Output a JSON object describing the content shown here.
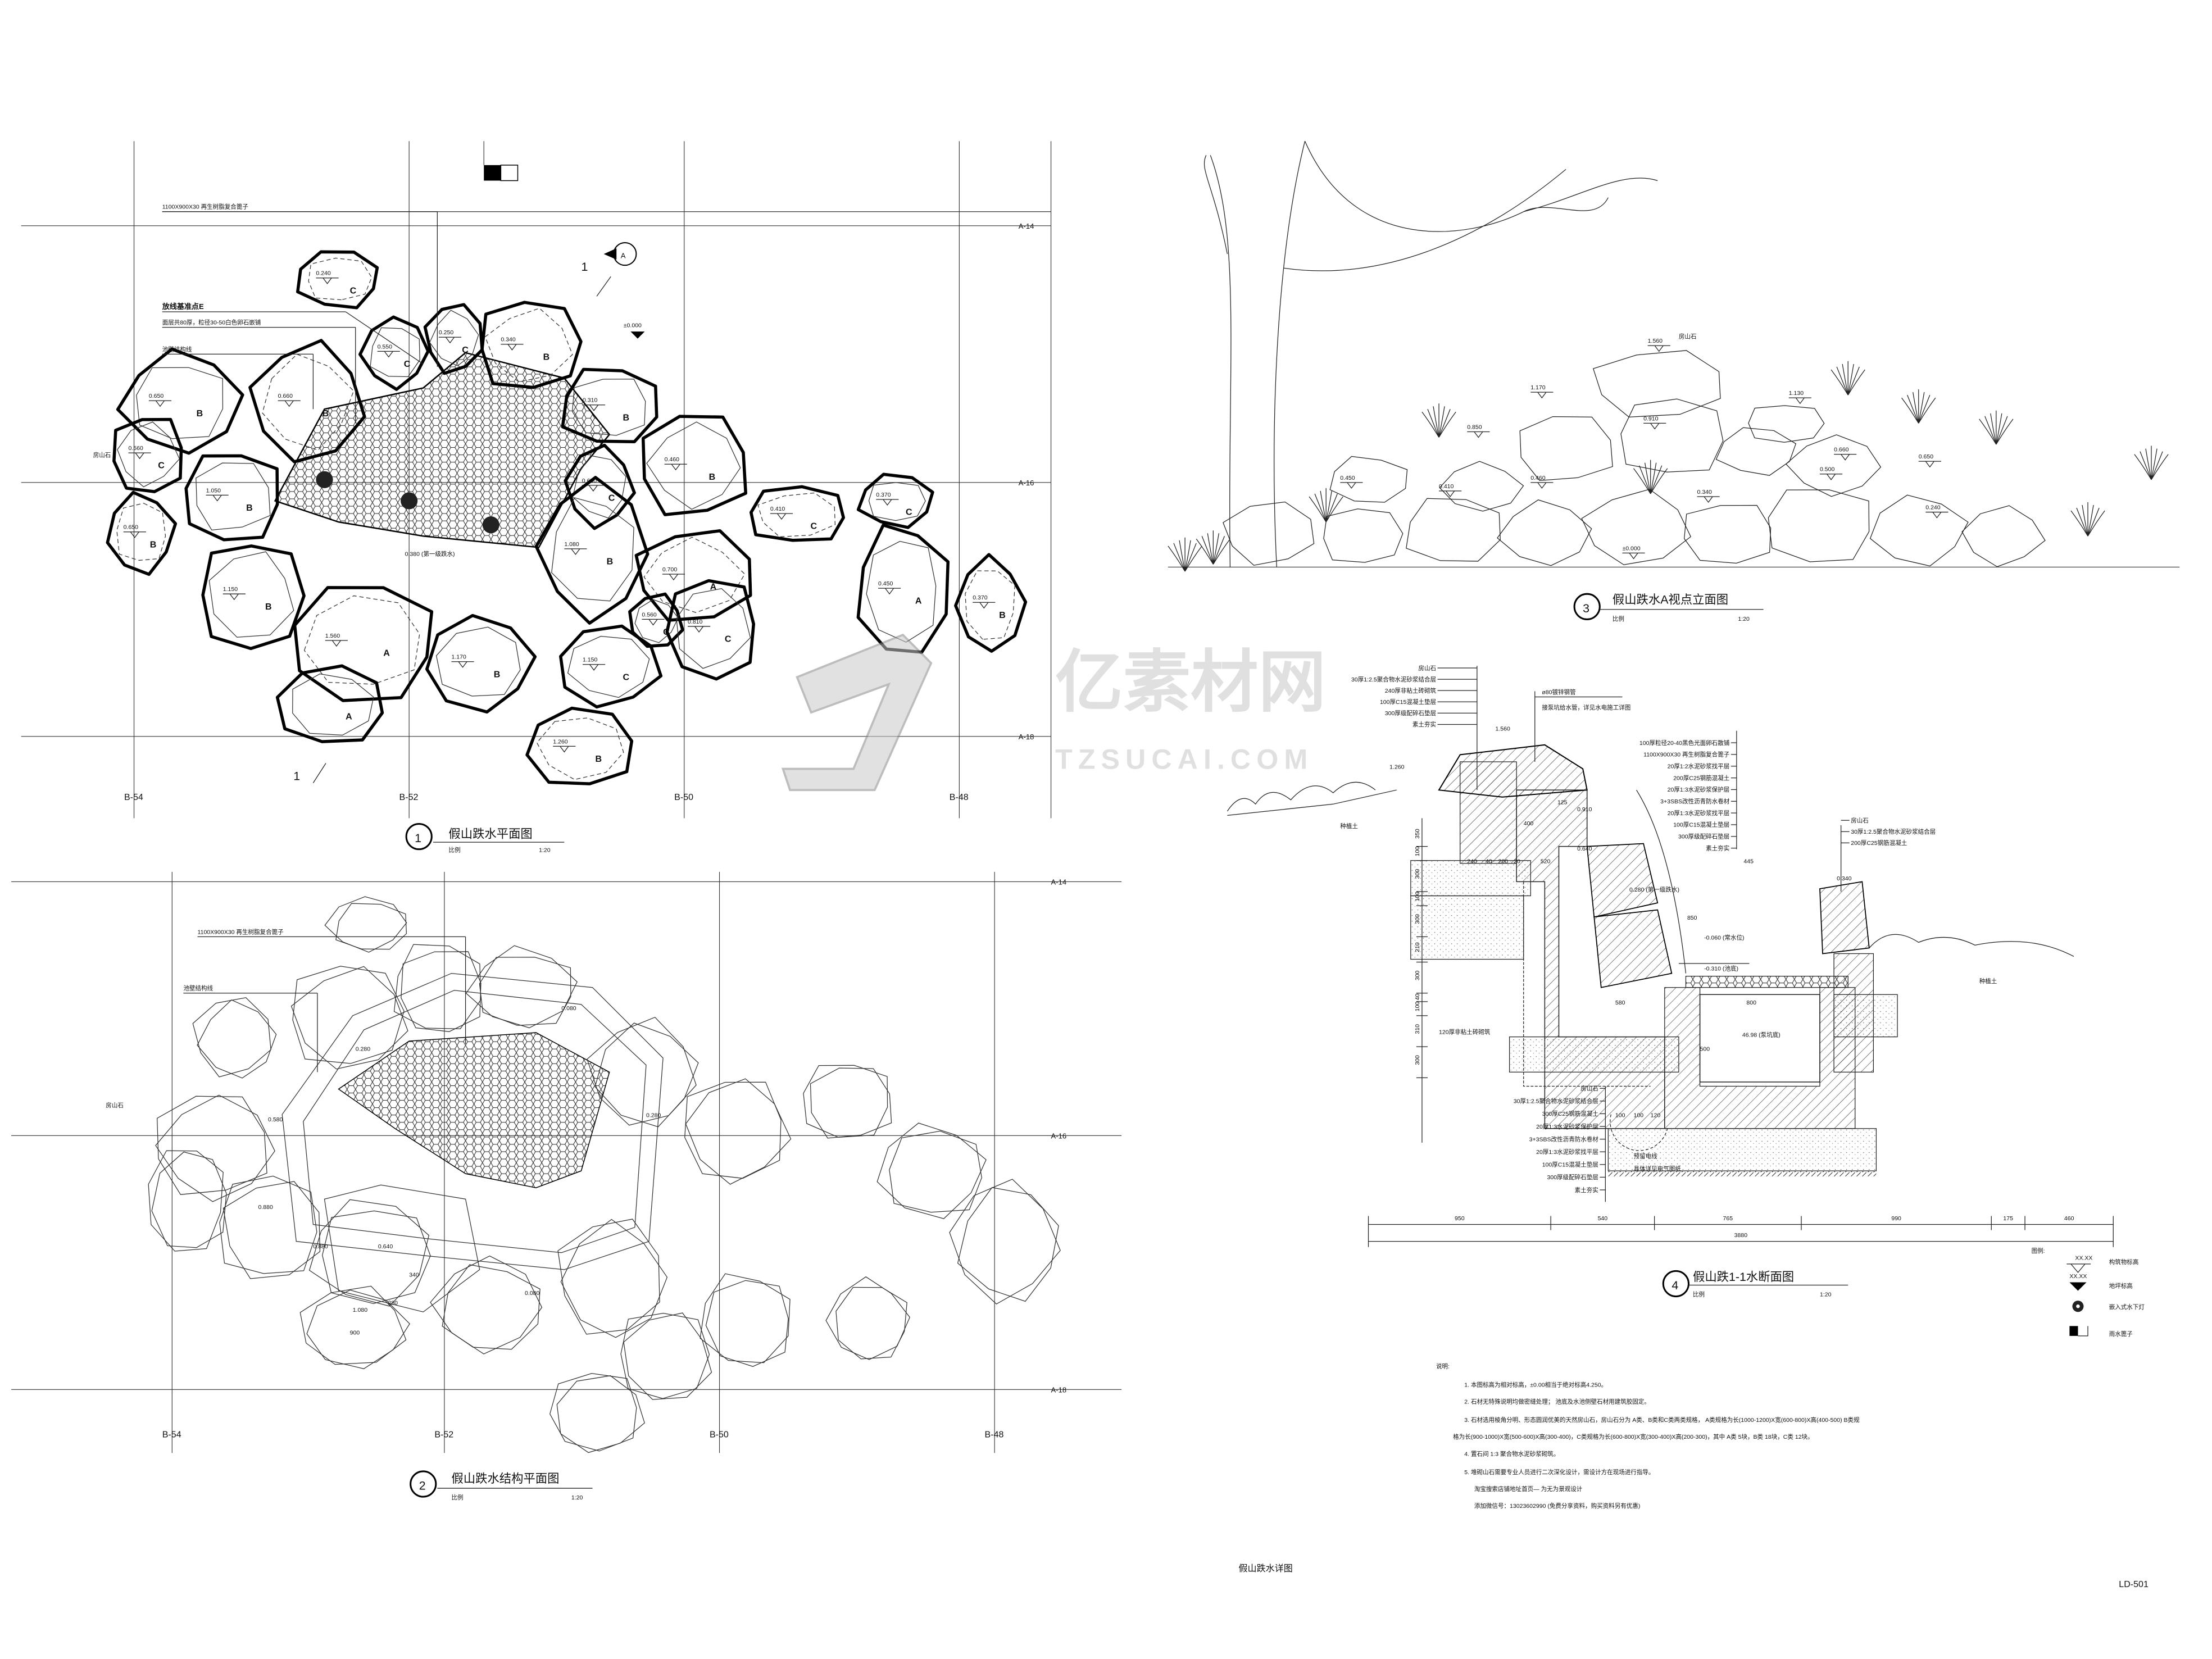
{
  "sheet": {
    "title": "假山跌水详图",
    "number": "LD-501"
  },
  "watermark": {
    "cn": "亿素材网",
    "en": "TZSUCAI.COM"
  },
  "axes": {
    "rows": [
      "A-14",
      "A-16",
      "A-18"
    ],
    "cols": [
      "B-54",
      "B-52",
      "B-50",
      "B-48"
    ]
  },
  "plan1": {
    "number": "1",
    "title": "假山跌水平面图",
    "scale_label": "比例",
    "scale": "1:20",
    "notes": {
      "grate": "1100X900X30 再生树脂复合篦子",
      "datum": "放线基准点E",
      "surface": "面层共80厚，粒径30-50白色卵石嵌铺",
      "wall": "池壁结构线",
      "stone": "房山石",
      "first_drop": "0.380 (第一级跌水)",
      "zero": "±0.000",
      "section_mark": "1",
      "view_mark": "A"
    },
    "rocks": [
      {
        "elev": "0.240",
        "type": "C"
      },
      {
        "elev": "0.550",
        "type": "C"
      },
      {
        "elev": "0.250",
        "type": "C"
      },
      {
        "elev": "0.340",
        "type": "B"
      },
      {
        "elev": "0.310",
        "type": "B"
      },
      {
        "elev": "0.650",
        "type": "B"
      },
      {
        "elev": "0.660",
        "type": "B"
      },
      {
        "elev": "0.560",
        "type": "C"
      },
      {
        "elev": "1.050",
        "type": "B"
      },
      {
        "elev": "0.650",
        "type": "B"
      },
      {
        "elev": "0.650",
        "type": "C"
      },
      {
        "elev": "0.460",
        "type": "B"
      },
      {
        "elev": "0.410",
        "type": "C"
      },
      {
        "elev": "0.370",
        "type": "C"
      },
      {
        "elev": "1.080",
        "type": "B"
      },
      {
        "elev": "0.700",
        "type": "A"
      },
      {
        "elev": "1.150",
        "type": "B"
      },
      {
        "elev": "0.450",
        "type": "A"
      },
      {
        "elev": "0.370",
        "type": "B"
      },
      {
        "elev": "0.560",
        "type": "C"
      },
      {
        "elev": "0.810",
        "type": "C"
      },
      {
        "elev": "1.560",
        "type": "A"
      },
      {
        "elev": "1.170",
        "type": "B"
      },
      {
        "elev": "1.150",
        "type": "C"
      },
      {
        "elev": "1.260",
        "type": "B"
      },
      {
        "elev": "",
        "type": "A"
      }
    ]
  },
  "plan2": {
    "number": "2",
    "title": "假山跌水结构平面图",
    "scale_label": "比例",
    "scale": "1:20",
    "notes": {
      "grate": "1100X900X30 再生树脂复合篦子",
      "wall": "池壁结构线",
      "stone": "房山石"
    },
    "levels": [
      "0.080",
      "0.280",
      "0.580",
      "0.280",
      "0.880",
      "0.640",
      "0.880",
      "0.080",
      "1.080"
    ],
    "dims": [
      "900",
      "340",
      "280"
    ]
  },
  "elevation": {
    "number": "3",
    "title": "假山跌水A视点立面图",
    "scale_label": "比例",
    "scale": "1:20",
    "stone": "房山石",
    "levels": [
      "1.560",
      "1.170",
      "1.130",
      "0.910",
      "0.850",
      "0.460",
      "0.450",
      "0.410",
      "0.660",
      "0.500",
      "0.650",
      "0.340",
      "0.240",
      "±0.000"
    ]
  },
  "section": {
    "number": "4",
    "title": "假山跌1-1水断面图",
    "scale_label": "比例",
    "scale": "1:20",
    "pipe": "ø80镀锌钢管",
    "pipe_note": "接泵坑给水管，详见水电施工详图",
    "left_layers": [
      "房山石",
      "30厚1:2.5聚合物水泥砂浆结合层",
      "240厚非粘土砖砌筑",
      "100厚C15混凝土垫层",
      "300厚级配碎石垫层",
      "素土夯实"
    ],
    "center_layers": [
      "100厚粒径20-40黑色光面卵石散铺",
      "1100X900X30 再生树脂复合篦子",
      "20厚1:2水泥砂浆找平层",
      "200厚C25钢筋混凝土",
      "20厚1:3水泥砂浆保护层",
      "3+3SBS改性沥青防水卷材",
      "20厚1:3水泥砂浆找平层",
      "100厚C15混凝土垫层",
      "300厚级配碎石垫层",
      "素土夯实"
    ],
    "right_layers": [
      "房山石",
      "30厚1:2.5聚合物水泥砂浆结合层",
      "200厚C25钢筋混凝土"
    ],
    "bottom_layers": [
      "房山石",
      "30厚1:2.5聚合物水泥砂浆结合层",
      "300厚C25钢筋混凝土",
      "20厚1:3水泥砂浆保护层",
      "3+3SBS改性沥青防水卷材",
      "20厚1:3水泥砂浆找平层",
      "100厚C15混凝土垫层",
      "300厚级配碎石垫层",
      "素土夯实"
    ],
    "brick_note": "120厚非粘土砖砌筑",
    "wire_note": "预留电线",
    "wire_note2": "具体详见电气图纸",
    "soil": "种植土",
    "levels": {
      "top": "1.560",
      "left": "1.260",
      "drop1": "0.910",
      "drop1b": "0.640",
      "first": "0.280 (第一级跌水)",
      "water": "-0.060 (常水位)",
      "floor": "-0.310 (池底)",
      "pit": "46.98 (泵坑底)",
      "right": "0.340"
    },
    "inner_dims": [
      "240",
      "40",
      "200",
      "20",
      "400",
      "520",
      "580",
      "800",
      "100",
      "100",
      "120",
      "445",
      "850",
      "500",
      "125"
    ],
    "left_dims": [
      "350",
      "100",
      "300",
      "100",
      "300",
      "210",
      "300",
      "40",
      "100",
      "310",
      "300"
    ],
    "bottom_dims": [
      "950",
      "540",
      "765",
      "990",
      "175",
      "460"
    ],
    "total_dim": "3880"
  },
  "legend": {
    "title": "图例:",
    "items": [
      {
        "sym": "XX.XX",
        "label": "构筑物标高"
      },
      {
        "sym": "XX.XX",
        "label": "地坪标高"
      },
      {
        "sym": "",
        "label": "嵌入式水下灯"
      },
      {
        "sym": "",
        "label": "雨水篦子"
      }
    ]
  },
  "notes": {
    "heading": "说明:",
    "lines": [
      "1. 本图标高为相对标高，±0.00相当于绝对标高4.250。",
      "2. 石材无特殊说明均做密缝处理；            池底及水池侧壁石材用建筑胶固定。",
      "3. 石材选用棱角分明、形态圆润优美的天然房山石，房山石分为  A类、B类和C类两类规格，  A类规格为长(1000-1200)X宽(600-800)X高(400-500)  B类规",
      "格为长(900-1000)X宽(500-600)X高(300-400)，C类规格为长(600-800)X宽(300-400)X高(200-300)，其中  A类 5块，B类 18块，C类 12块。",
      "4. 置石间  1:3  聚合物水泥砂浆砌筑。",
      "5. 堆砌山石需要专业人员进行二次深化设计，需设计方在现场进行指导。",
      "淘宝搜索店铺地址首页— 为无为景观设计",
      "添加微信号：13023602990 (免费分享资料，购买资料另有优惠)"
    ]
  }
}
